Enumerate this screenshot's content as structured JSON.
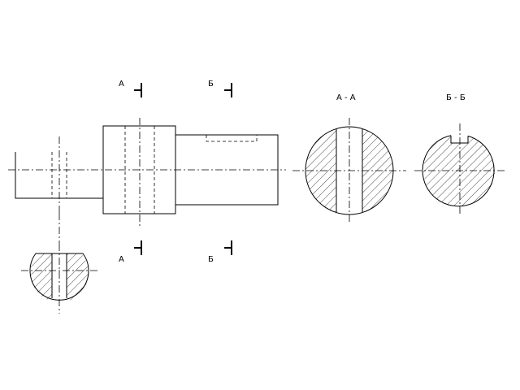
{
  "labels": {
    "cut_a_top": "А",
    "cut_b_top": "Б",
    "cut_a_bottom": "А",
    "cut_b_bottom": "Б",
    "section_a_title": "А - А",
    "section_b_title": "Б - Б"
  }
}
